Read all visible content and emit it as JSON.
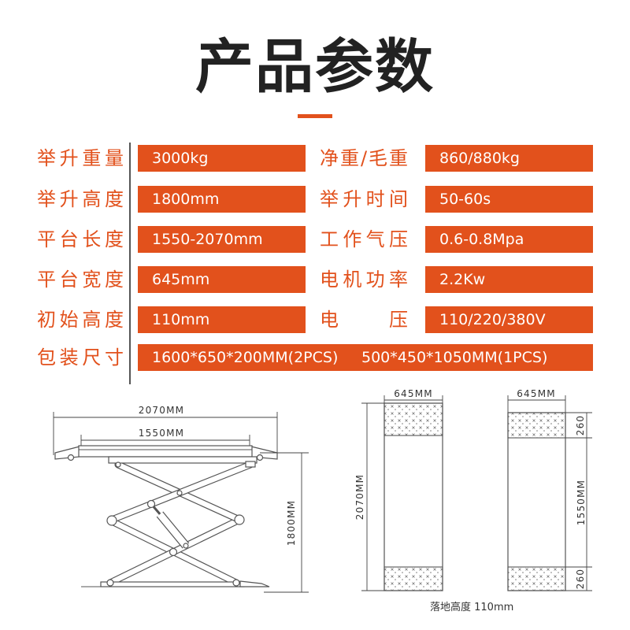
{
  "title": "产品参数",
  "colors": {
    "accent": "#e2511c",
    "title_text": "#222222",
    "value_text": "#ffffff",
    "drawing_line": "#555555"
  },
  "specs": {
    "rows": [
      {
        "left_label": "举升重量",
        "left_value": "3000kg",
        "right_label": "净重/毛重",
        "right_value": "860/880kg"
      },
      {
        "left_label": "举升高度",
        "left_value": "1800mm",
        "right_label": "举升时间",
        "right_value": "50-60s"
      },
      {
        "left_label": "平台长度",
        "left_value": "1550-2070mm",
        "right_label": "工作气压",
        "right_value": "0.6-0.8Mpa"
      },
      {
        "left_label": "平台宽度",
        "left_value": "645mm",
        "right_label": "电机功率",
        "right_value": "2.2Kw"
      },
      {
        "left_label": "初始高度",
        "left_value": "110mm",
        "right_label": "电 压",
        "right_value": "110/220/380V"
      }
    ],
    "package": {
      "label": "包装尺寸",
      "values": [
        "1600*650*200MM(2PCS)",
        "500*450*1050MM(1PCS)"
      ]
    }
  },
  "drawings": {
    "side_view": {
      "overall_length": "2070MM",
      "platform_length": "1550MM",
      "lift_height": "1800MM"
    },
    "top_view_extended": {
      "width": "645MM",
      "length": "2070MM"
    },
    "top_view_retracted": {
      "width": "645MM",
      "end_top": "260",
      "middle": "1550MM",
      "end_bottom": "260"
    },
    "caption": "落地高度 110mm"
  }
}
